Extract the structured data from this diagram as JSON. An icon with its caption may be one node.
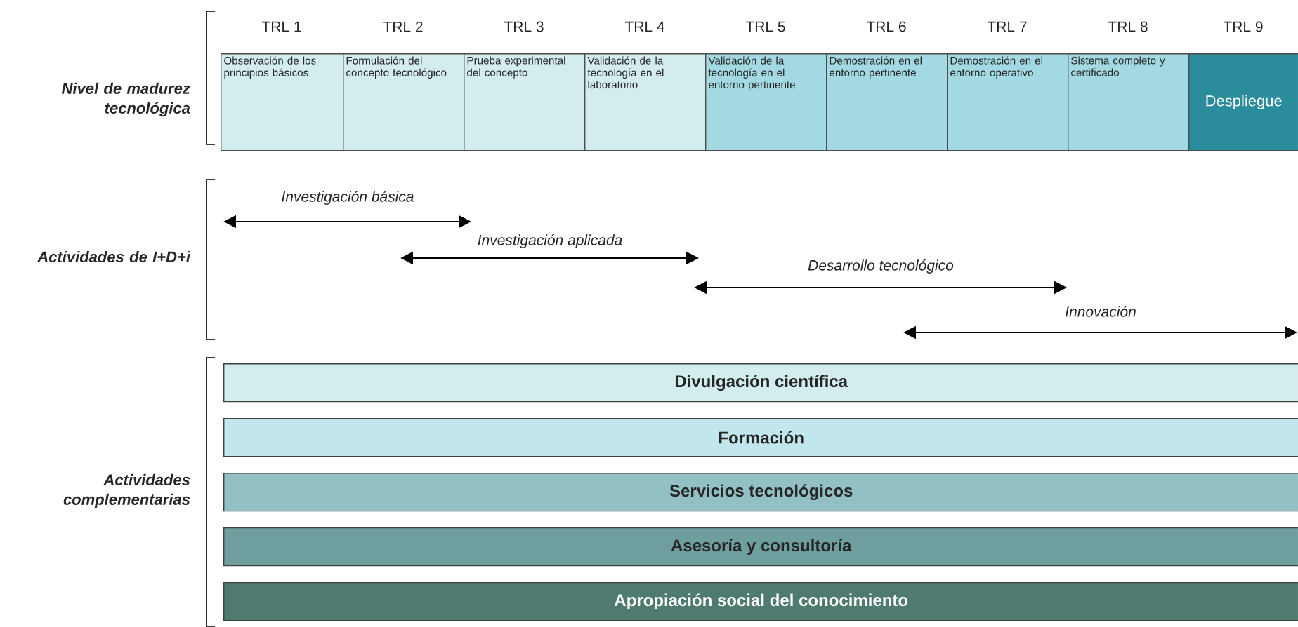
{
  "diagram": {
    "nodes": [
      {
        "text": [
          "TRL 1",
          "Observación de los principios básicos"
        ]
      },
      {
        "text": [
          "TRL 2",
          "Formulación del concepto tecnológico"
        ]
      },
      {
        "text": [
          "TRL 3",
          "Prueba experimental del concepto"
        ]
      },
      {
        "text": [
          "TRL 4",
          "Validación de la tecnología en el laboratorio"
        ]
      },
      {
        "text": [
          "TRL 5",
          "Validación de la tecnología en el entorno pertinente"
        ]
      },
      {
        "text": [
          "TRL 6",
          "Demostración en el entorno pertinente"
        ]
      },
      {
        "text": [
          "TRL 7",
          "Demostración en el entorno operativo"
        ]
      },
      {
        "text": [
          "TRL 8",
          "Sistema completo y certificado"
        ]
      },
      {
        "text": [
          "TRL 9",
          "Despliegue"
        ]
      },
      {
        "text": [
          "Divulgación científica"
        ]
      },
      {
        "text": [
          "Formación"
        ]
      },
      {
        "text": [
          "Servicios tecnológicos"
        ]
      },
      {
        "text": [
          "Asesoría y consultoría"
        ]
      },
      {
        "text": [
          "Apropiación social del conocimiento"
        ]
      }
    ],
    "labels": [
      "Nivel de madurez tecnológica",
      "Investigación básica",
      "Actividades de I+D+i",
      "Investigación aplicada",
      "Desarrollo tecnológico",
      "Innovación",
      "Actividades complementarias"
    ]
  }
}
